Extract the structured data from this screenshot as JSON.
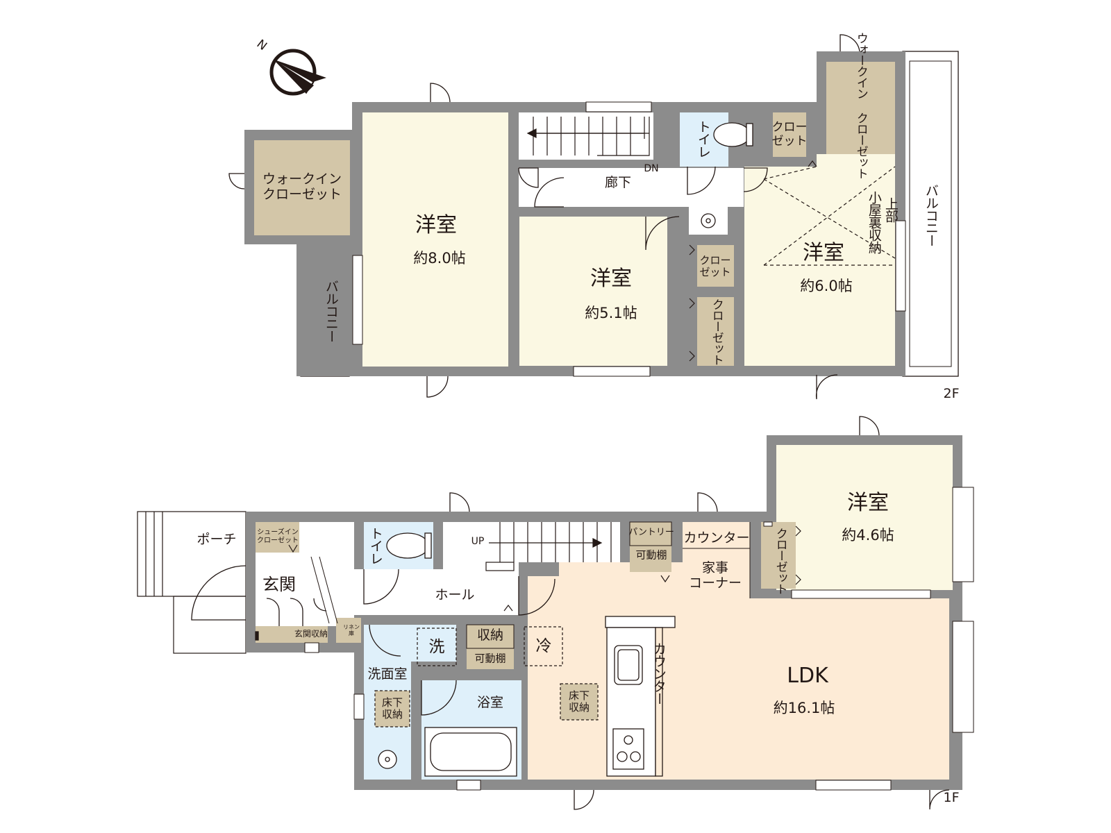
{
  "compass": {
    "letter": "N"
  },
  "floors": {
    "second": {
      "label": "2F",
      "rooms": {
        "bedroom_west": {
          "name": "洋室",
          "size": "約8.0帖"
        },
        "bedroom_middle": {
          "name": "洋室",
          "size": "約5.1帖"
        },
        "bedroom_east": {
          "name": "洋室",
          "size": "約6.0帖"
        }
      },
      "labels": {
        "walkin_closet_west": "ウォークイン\nクローゼット",
        "walkin_closet_east": "ウォークイン\nクローゼット",
        "balcony_west": "バルコニー",
        "balcony_east": "バルコニー",
        "corridor": "廊下",
        "stairs_dn": "DN",
        "toilet": "トイレ",
        "closet_top": "クロー\nゼット",
        "closet_small": "クロー\nゼット",
        "closet_vertical": "クローゼット",
        "attic_storage": "小屋裏収納",
        "attic_above": "上部"
      }
    },
    "first": {
      "label": "1F",
      "rooms": {
        "bedroom": {
          "name": "洋室",
          "size": "約4.6帖"
        },
        "ldk": {
          "name": "LDK",
          "size": "約16.1帖"
        }
      },
      "labels": {
        "porch": "ポーチ",
        "shoe_closet": "シューズイン\nクローゼット",
        "entrance": "玄関",
        "entrance_storage": "玄関収納",
        "linen": "リネン\n庫",
        "toilet": "トイレ",
        "stairs_up": "UP",
        "hall": "ホール",
        "washer": "洗",
        "storage": "収納",
        "adjustable_shelf_1": "可動棚",
        "washroom": "洗面室",
        "underfloor_1": "床下\n収納",
        "bathroom": "浴室",
        "fridge": "冷",
        "underfloor_2": "床下\n収納",
        "pantry": "パントリー",
        "adjustable_shelf_2": "可動棚",
        "counter_top": "カウンター",
        "housework_corner": "家事\nコーナー",
        "counter_vertical": "カウンター",
        "closet_vertical": "クローゼット"
      }
    }
  },
  "colors": {
    "wall": "#8c8c8c",
    "wall_dark": "#6d6d6d",
    "bedroom": "#fbf8e3",
    "closet": "#d3c6a8",
    "ldk": "#fdebd6",
    "wet": "#dff0fa",
    "line": "#231815"
  }
}
